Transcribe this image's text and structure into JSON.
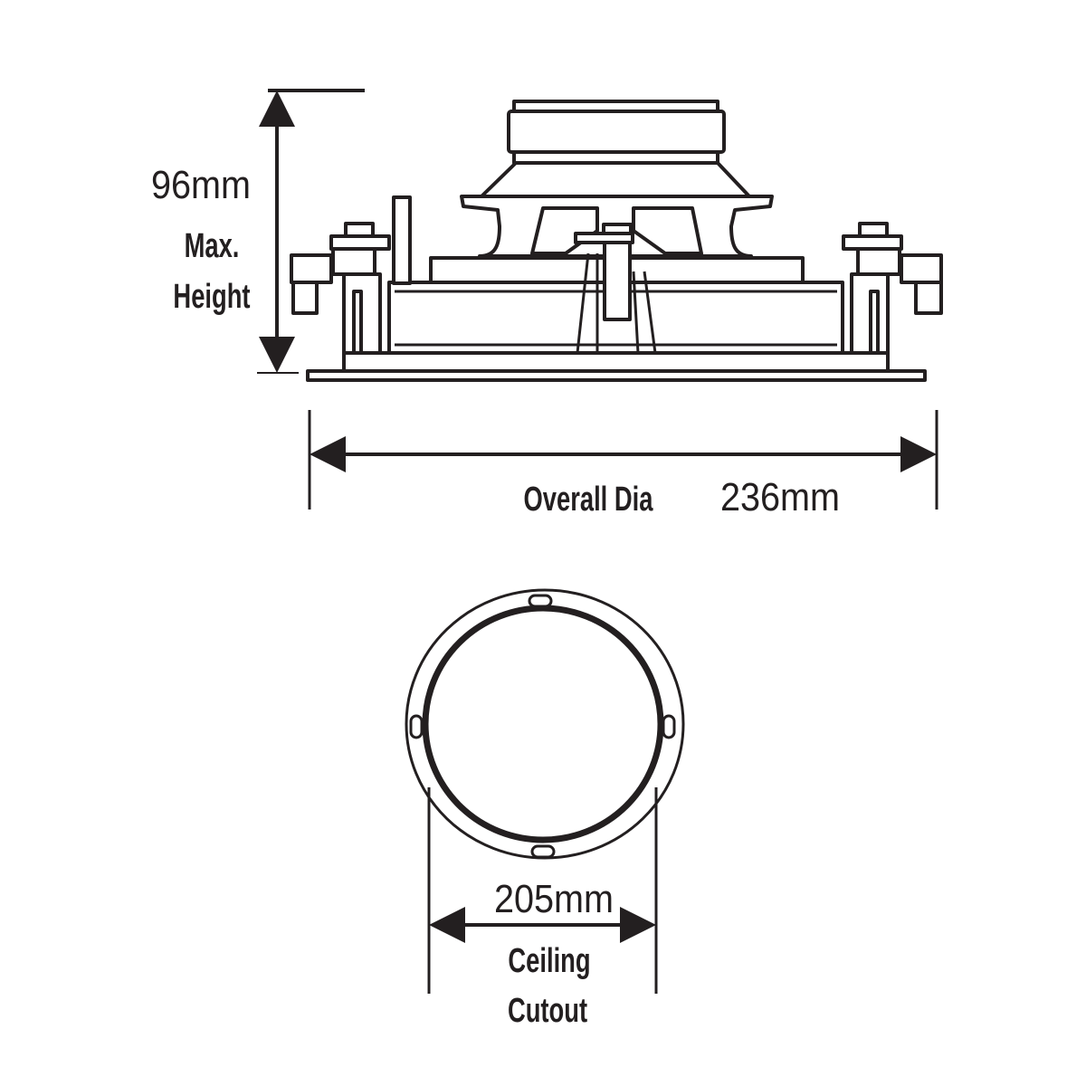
{
  "height": {
    "value": "96mm",
    "label_line1": "Max.",
    "label_line2": "Height"
  },
  "diameter": {
    "label": "Overall Dia",
    "value": "236mm"
  },
  "cutout": {
    "value": "205mm",
    "label_line1": "Ceiling",
    "label_line2": "Cutout"
  },
  "colors": {
    "ink": "#231f20",
    "background": "#ffffff"
  }
}
